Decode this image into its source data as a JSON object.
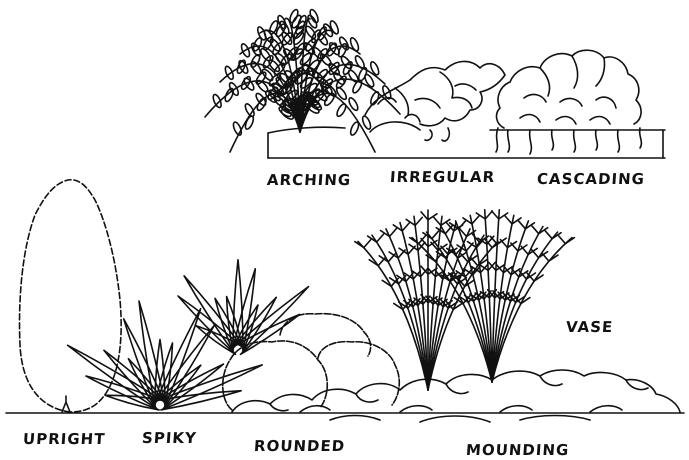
{
  "labels": {
    "arching": "ARCHING",
    "irregular": "IRREGULAR",
    "cascading": "CASCADING",
    "upright": "UPRIGHT",
    "spiky": "SPIKY",
    "rounded": "ROUNDED",
    "mounding": "MOUNDING",
    "vase": "VASE"
  },
  "colors": {
    "ink": "#111111",
    "paper": "#ffffff"
  }
}
